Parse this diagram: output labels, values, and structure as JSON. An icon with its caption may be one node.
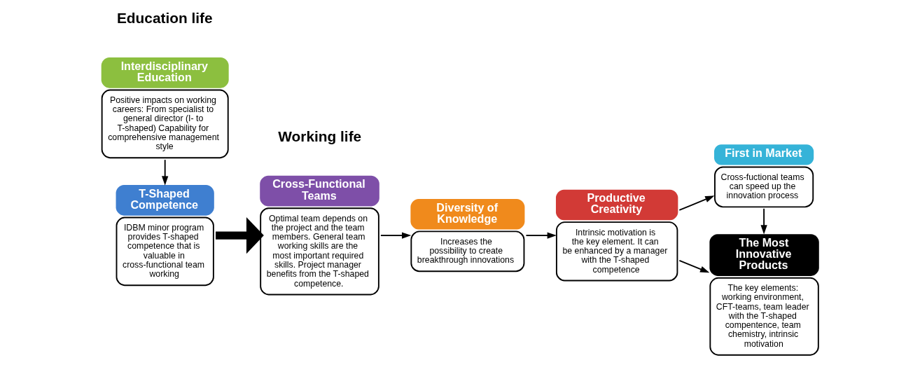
{
  "diagram": {
    "nodes": [
      {
        "text": [
          "Interdisciplinary Education",
          "Positive impacts on working careers: From specialist to general director (I- to T-shaped) Capability for comprehensive management style"
        ]
      },
      {
        "text": [
          "T-Shaped Competence",
          "IDBM minor program provides T-shaped competence that is valuable in cross-functional team working"
        ]
      },
      {
        "text": [
          "Cross-Functional Teams",
          "Optimal team depends on the project and the team members. General team working skills are the most important required skills. Project manager benefits from the T-shaped competence."
        ]
      },
      {
        "text": [
          "Diversity of Knowledge",
          "Increases the possibility to create breakthrough innovations"
        ]
      },
      {
        "text": [
          "Productive Creativity",
          "Intrinsic motivation is the key element. It can be enhanced by a manager with the T-shaped competence"
        ]
      },
      {
        "text": [
          "First in Market",
          "Cross-fuctional teams can speed up the innovation process"
        ]
      },
      {
        "text": [
          "The Most Innovative Products",
          "The key elements: working environment, CFT-teams, team leader with the T-shaped compentence, team chemistry, intrinsic motivation"
        ]
      }
    ],
    "edges": [
      {
        "from": 0,
        "to": 1,
        "arrow": "to"
      },
      {
        "from": 1,
        "to": 2,
        "arrow": "to",
        "style": "thick"
      },
      {
        "from": 2,
        "to": 3,
        "arrow": "to"
      },
      {
        "from": 3,
        "to": 4,
        "arrow": "to"
      },
      {
        "from": 4,
        "to": 5,
        "arrow": "to"
      },
      {
        "from": 4,
        "to": 6,
        "arrow": "to"
      },
      {
        "from": 5,
        "to": 6,
        "arrow": "to"
      }
    ],
    "labels": [
      "Education life",
      "Working life"
    ]
  }
}
